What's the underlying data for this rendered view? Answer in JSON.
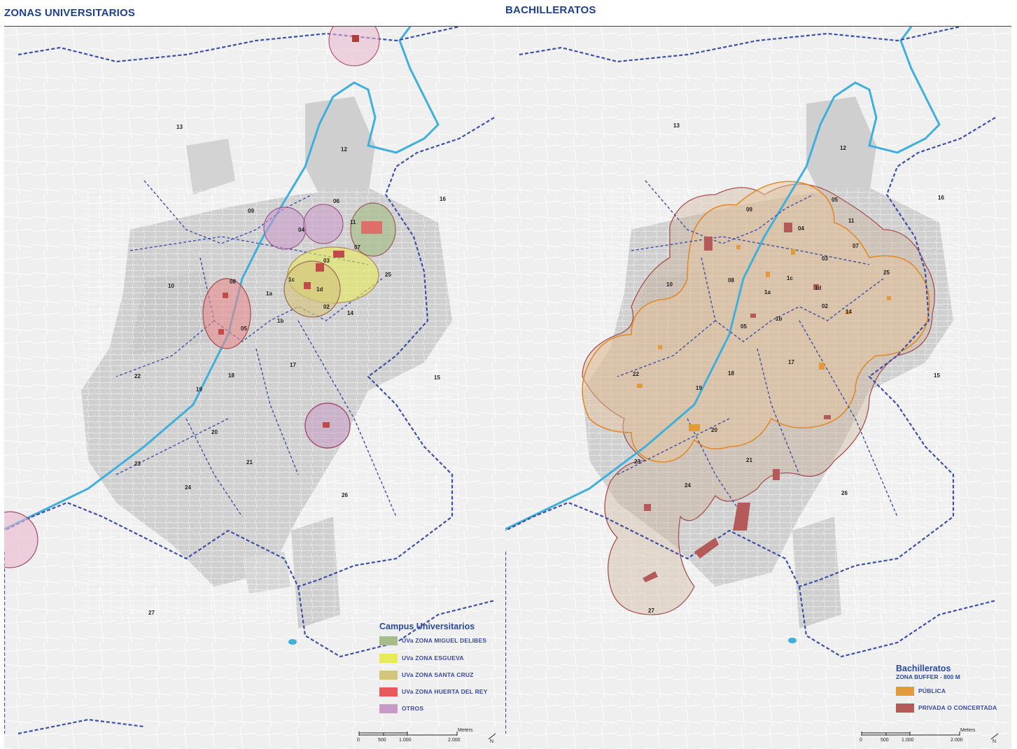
{
  "panels": {
    "left": {
      "title": "ZONAS UNIVERSITARIOS",
      "zone_labels": [
        "13",
        "12",
        "16",
        "09",
        "06",
        "04",
        "11",
        "07",
        "03",
        "10",
        "08",
        "1c",
        "1a",
        "1d",
        "25",
        "02",
        "14",
        "1b",
        "05",
        "17",
        "22",
        "18",
        "19",
        "15",
        "20",
        "21",
        "23",
        "24",
        "26",
        "27"
      ],
      "legend": {
        "title": "Campus Universitarios",
        "items": [
          {
            "label": "UVa ZONA MIGUEL DELIBES",
            "color": "#a6bc8a"
          },
          {
            "label": "UVa ZONA ESGUEVA",
            "color": "#e8ea5a"
          },
          {
            "label": "UVa ZONA SANTA CRUZ",
            "color": "#d4c47e"
          },
          {
            "label": "UVa ZONA HUERTA DEL REY",
            "color": "#e85a5a"
          },
          {
            "label": "OTROS",
            "color": "#c79ac7"
          }
        ]
      },
      "scale": {
        "ticks": [
          "0",
          "500",
          "1.000",
          "2.000"
        ],
        "unit": "Meters"
      },
      "north": "N"
    },
    "right": {
      "title": "BACHILLERATOS",
      "zone_labels": [
        "13",
        "12",
        "16",
        "09",
        "05",
        "04",
        "11",
        "07",
        "03",
        "25",
        "10",
        "08",
        "1c",
        "1a",
        "1d",
        "02",
        "14",
        "05",
        "1b",
        "17",
        "22",
        "18",
        "19",
        "15",
        "20",
        "23",
        "21",
        "24",
        "26",
        "27"
      ],
      "legend": {
        "title": "Bachilleratos",
        "subtitle": "ZONA BUFFER - 800 M",
        "items": [
          {
            "label": "PÚBLICA",
            "color": "#e39a3a"
          },
          {
            "label": "PRIVADA O CONCERTADA",
            "color": "#b55a5a"
          }
        ]
      },
      "scale": {
        "ticks": [
          "0",
          "500",
          "1.000",
          "2.000"
        ],
        "unit": "Meters"
      },
      "north": "N"
    }
  },
  "colors": {
    "title": "#1f3f8f",
    "river": "#3fb0dc",
    "boundary": "#3d4fa6",
    "urban": "#cfcfcf",
    "roads": "#ffffff",
    "background": "#efefef",
    "buffer_public": "#e08a2a",
    "buffer_private": "#a85050"
  }
}
